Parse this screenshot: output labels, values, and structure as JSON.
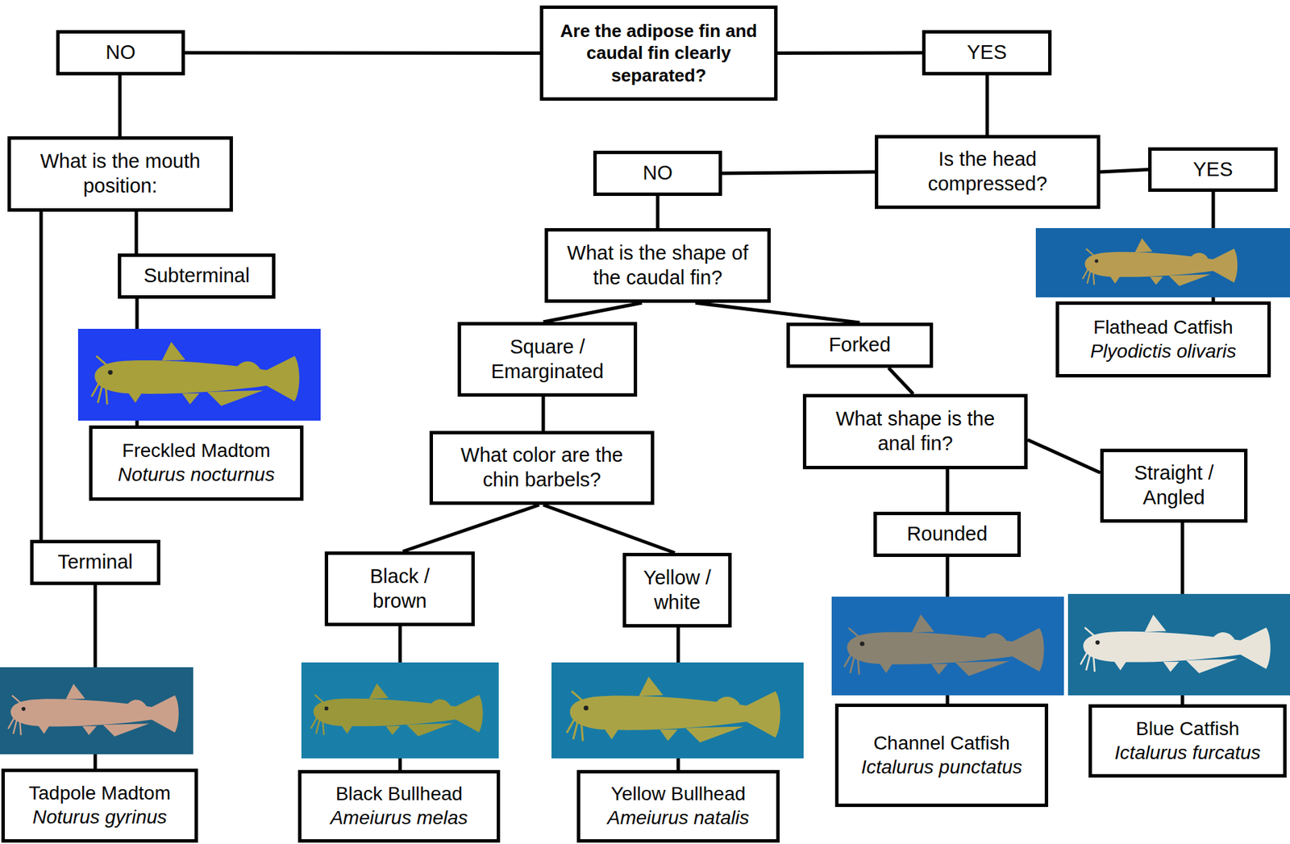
{
  "diagram": {
    "nodes": [
      {
        "text": [
          "Are the adipose fin and caudal fin clearly separated?"
        ]
      },
      {
        "text": [
          "NO"
        ]
      },
      {
        "text": [
          "YES"
        ]
      },
      {
        "text": [
          "What is the mouth position:"
        ]
      },
      {
        "text": [
          "Subterminal"
        ]
      },
      {
        "text": [
          "Freckled Madtom",
          "Noturus nocturnus"
        ]
      },
      {
        "text": [
          "Terminal"
        ]
      },
      {
        "text": [
          "Tadpole Madtom",
          "Noturus gyrinus"
        ]
      },
      {
        "text": [
          "Is the head compressed?"
        ]
      },
      {
        "text": [
          "NO"
        ]
      },
      {
        "text": [
          "YES"
        ]
      },
      {
        "text": [
          "Flathead Catfish",
          "Plyodictis olivaris"
        ]
      },
      {
        "text": [
          "What is the shape of the caudal fin?"
        ]
      },
      {
        "text": [
          "Square / Emarginated"
        ]
      },
      {
        "text": [
          "Forked"
        ]
      },
      {
        "text": [
          "What color are the chin barbels?"
        ]
      },
      {
        "text": [
          "What shape is the anal fin?"
        ]
      },
      {
        "text": [
          "Black / brown"
        ]
      },
      {
        "text": [
          "Yellow / white"
        ]
      },
      {
        "text": [
          "Rounded"
        ]
      },
      {
        "text": [
          "Straight / Angled"
        ]
      },
      {
        "text": [
          "Black Bullhead",
          "Ameiurus melas"
        ]
      },
      {
        "text": [
          "Yellow Bullhead",
          "Ameiurus natalis"
        ]
      },
      {
        "text": [
          "Channel Catfish",
          "Ictalurus punctatus"
        ]
      },
      {
        "text": [
          "Blue Catfish",
          "Ictalurus furcatus"
        ]
      }
    ],
    "edges": [
      {
        "from": 0,
        "to": 1,
        "arrow": "none"
      },
      {
        "from": 0,
        "to": 2,
        "arrow": "none"
      },
      {
        "from": 1,
        "to": 3,
        "arrow": "none"
      },
      {
        "from": 3,
        "to": 4,
        "arrow": "none"
      },
      {
        "from": 3,
        "to": 6,
        "arrow": "none"
      },
      {
        "from": 4,
        "to": 5,
        "arrow": "none"
      },
      {
        "from": 6,
        "to": 7,
        "arrow": "none"
      },
      {
        "from": 2,
        "to": 8,
        "arrow": "none"
      },
      {
        "from": 8,
        "to": 9,
        "arrow": "none"
      },
      {
        "from": 8,
        "to": 10,
        "arrow": "none"
      },
      {
        "from": 10,
        "to": 11,
        "arrow": "none"
      },
      {
        "from": 9,
        "to": 12,
        "arrow": "none"
      },
      {
        "from": 12,
        "to": 13,
        "arrow": "none"
      },
      {
        "from": 12,
        "to": 14,
        "arrow": "none"
      },
      {
        "from": 13,
        "to": 15,
        "arrow": "none"
      },
      {
        "from": 14,
        "to": 16,
        "arrow": "none"
      },
      {
        "from": 15,
        "to": 17,
        "arrow": "none"
      },
      {
        "from": 15,
        "to": 18,
        "arrow": "none"
      },
      {
        "from": 16,
        "to": 19,
        "arrow": "none"
      },
      {
        "from": 16,
        "to": 20,
        "arrow": "none"
      },
      {
        "from": 17,
        "to": 21,
        "arrow": "none"
      },
      {
        "from": 18,
        "to": 22,
        "arrow": "none"
      },
      {
        "from": 19,
        "to": 23,
        "arrow": "none"
      },
      {
        "from": 20,
        "to": 24,
        "arrow": "none"
      }
    ]
  }
}
